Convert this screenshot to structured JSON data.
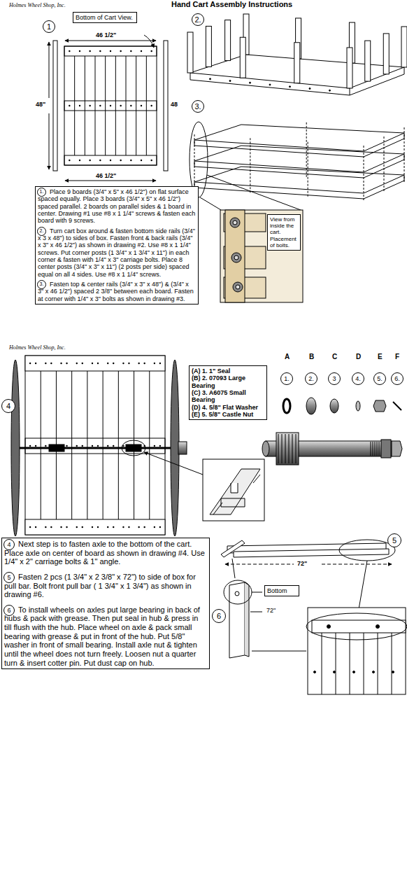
{
  "diagram": {
    "title": "Hand Cart Assembly Instructions",
    "nodes": [
      {
        "text": [
          "Bottom of Cart View."
        ]
      },
      {
        "text": [
          "1"
        ]
      },
      {
        "text": [
          "2."
        ]
      },
      {
        "text": [
          "3."
        ]
      },
      {
        "text": [
          "Place 9 boards (3/4\" x 5\" x 46 1/2\") on flat surface spaced equally. Place 3 boards (3/4\" x 5\" x 46 1/2\") spaced parallel. 2 boards on parallel sides & 1 board in center. Drawing #1 use #8 x 1 1/4\" screws & fasten each board with 9 screws.",
          "Turn cart box around & fasten bottom side rails (3/4\" x 3 x 48\") to sides of box. Fasten front & back rails (3/4\" x 3\" x 46 1/2\") as shown in drawing #2. Use #8 x 1 1/4\" screws. Put corner posts (1 3/4\" x 1 3/4\" x 11\") in each corner & fasten with 1/4\" x 3\" carriage bolts. Place 8 center posts (3/4\" x 3\" x 11\") (2 posts per side) spaced equal on all 4 sides. Use #8 x 1 1/4\" screws.",
          "Fasten top & center rails (3/4\" x 3\" x 48\") & (3/4\" x 3\" x 46 1/2\") spaced 2 3/8\" between each board. Fasten at corner with 1/4\" x 3\" bolts as shown in drawing #3."
        ]
      },
      {
        "text": [
          "1."
        ],
        "in": 4
      },
      {
        "text": [
          "2."
        ],
        "in": 4
      },
      {
        "text": [
          "3."
        ],
        "in": 4
      },
      {
        "text": [
          "View from inside the cart. Placement of bolts."
        ]
      },
      {
        "text": [
          "4"
        ]
      },
      {
        "text": [
          "(A) 1. 1\" Seal",
          "(B) 2. 07093 Large Bearing",
          "(C) 3. A6075 Small Bearing",
          "(D) 4. 5/8\" Flat Washer",
          "(E) 5. 5/8\" Castle Nut"
        ]
      },
      {
        "text": [
          "1."
        ]
      },
      {
        "text": [
          "2."
        ]
      },
      {
        "text": [
          "3"
        ]
      },
      {
        "text": [
          "4."
        ]
      },
      {
        "text": [
          "5."
        ]
      },
      {
        "text": [
          "6."
        ]
      },
      {
        "text": [
          "5"
        ]
      },
      {
        "text": [
          "Bottom"
        ]
      },
      {
        "text": [
          "6"
        ]
      },
      {
        "text": [
          "Next step is to fasten axle to the bottom of the cart. Place axle on center of board as shown in drawing #4. Use 1/4\" x 2\" carriage bolts & 1\" angle.",
          "Fasten 2 pcs (1 3/4\" x 2 3/8\" x 72\") to side of box for pull bar. Bolt front pull bar ( 1 3/4\" x 1 3/4\") as shown in drawing #6.",
          "To install wheels on axles put large bearing in back of hubs & pack with grease. Then put seal in hub & press in till flush with the hub. Place wheel on axle & pack small bearing with grease & put in front of the hub. Put 5/8\" washer in front of small bearing. Install axle nut & tighten until the wheel does not turn freely. Loosen nut a quarter turn & insert cotter pin. Put dust cap on hub."
        ]
      },
      {
        "text": [
          "4"
        ],
        "in": 20
      },
      {
        "text": [
          "5"
        ],
        "in": 20
      },
      {
        "text": [
          "6"
        ],
        "in": 20
      }
    ],
    "labels": [
      "Holmes Wheel Shop, Inc.",
      "46 1/2\"",
      "48\"",
      "48",
      "46 1/2\"",
      "Holmes Wheel Shop, Inc.",
      "A",
      "B",
      "C",
      "D",
      "E",
      "F",
      "72\"",
      "72\""
    ]
  }
}
